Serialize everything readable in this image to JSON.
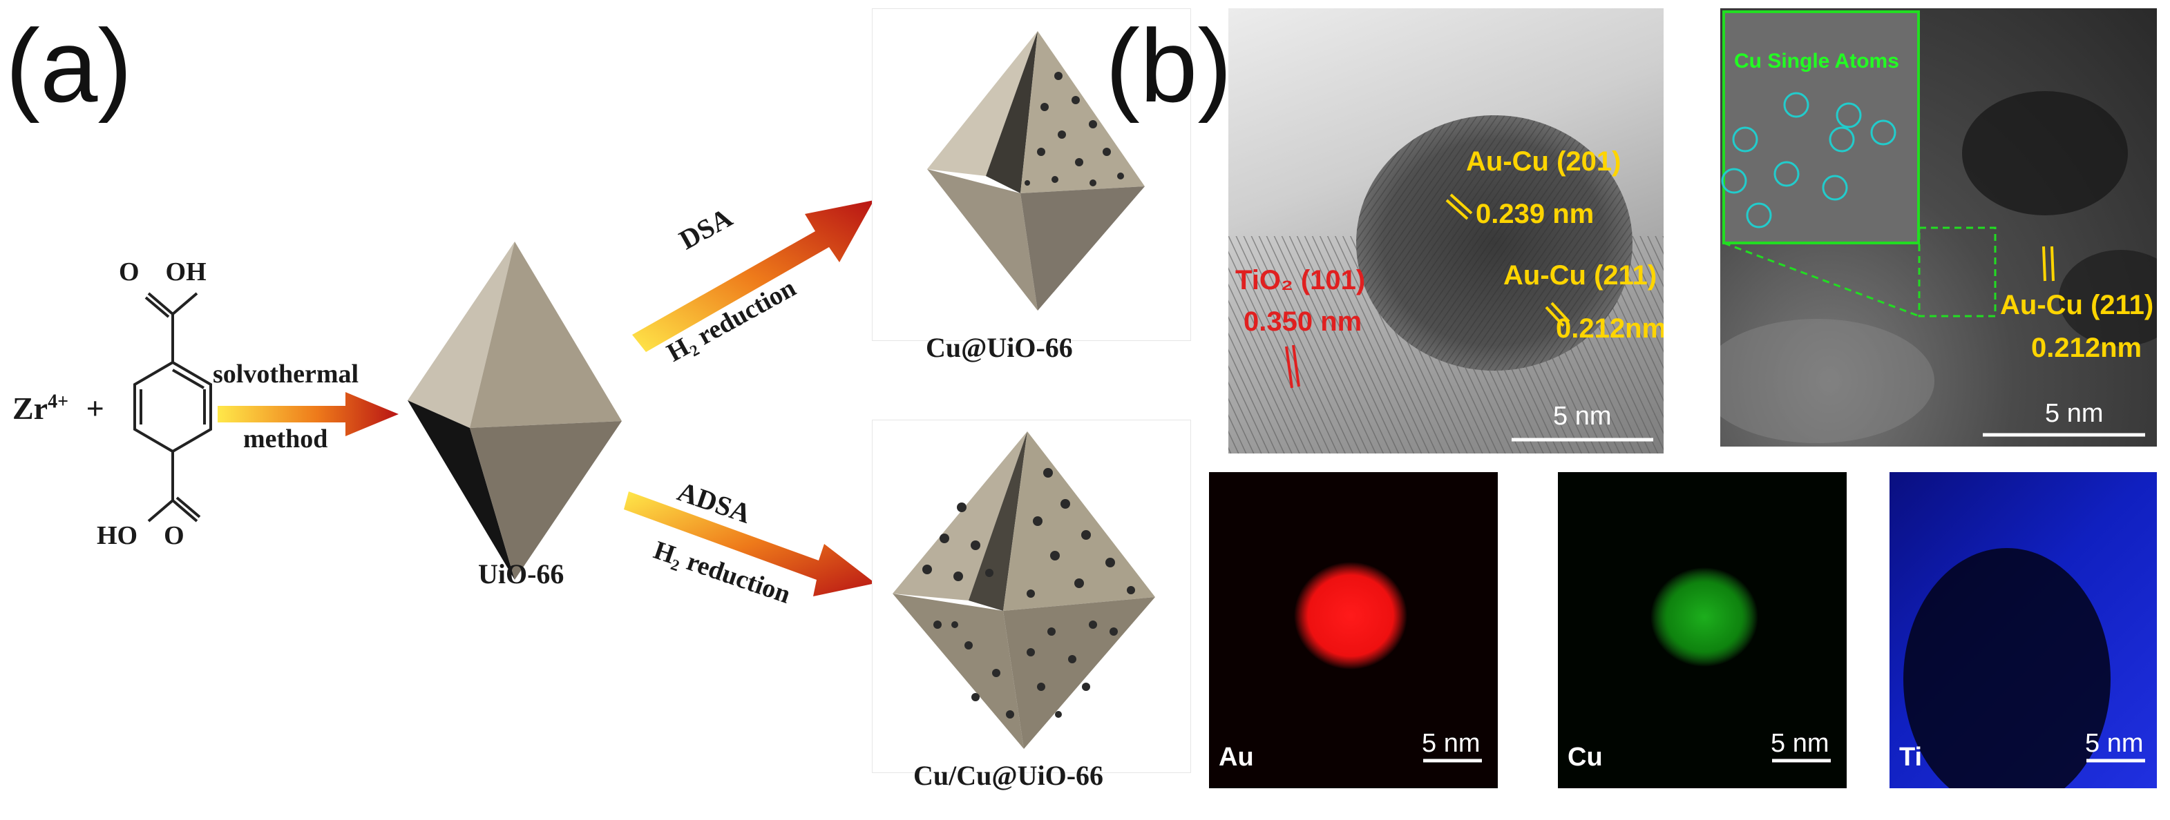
{
  "panel_a": {
    "letter": "(a)",
    "reactant_metal": "Zr",
    "reactant_charge": "4+",
    "plus": "+",
    "cooh_top": "O    OH",
    "cooh_bottom": "HO    O",
    "step1_top": "solvothermal",
    "step1_bottom": "method",
    "core_label": "UiO-66",
    "route_top_label": "DSA",
    "route_bottom_label": "ADSA",
    "reduction_label": "H₂ reduction",
    "product_top": "Cu@UiO-66",
    "product_bottom": "Cu/Cu@UiO-66"
  },
  "panel_b": {
    "letter": "(b)",
    "tem1": {
      "lattice_1": "TiO₂ (101)",
      "spacing_1": "0.350 nm",
      "lattice_2": "Au-Cu  (201)",
      "spacing_2": "0.239 nm",
      "lattice_3": "Au-Cu  (211)",
      "spacing_3": "0.212nm",
      "scale": "5 nm"
    },
    "tem2": {
      "inset_title": "Cu Single Atoms",
      "lattice": "Au-Cu  (211)",
      "spacing": "0.212nm",
      "scale": "5 nm"
    },
    "maps": [
      {
        "element": "Au",
        "scale": "5 nm",
        "color": "#ff1a1a"
      },
      {
        "element": "Cu",
        "scale": "5 nm",
        "color": "#22dd22"
      },
      {
        "element": "Ti",
        "scale": "5 nm",
        "color": "#2233ff"
      }
    ]
  }
}
